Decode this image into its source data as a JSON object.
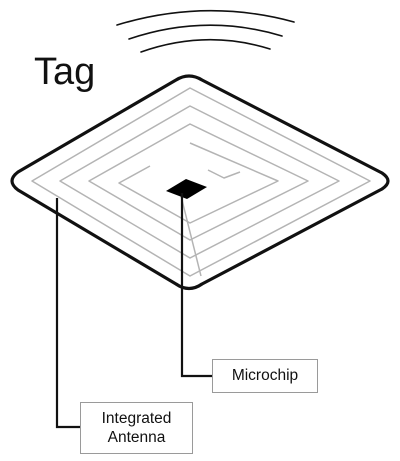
{
  "title": "Tag",
  "labels": {
    "microchip": "Microchip",
    "antenna_line1": "Integrated",
    "antenna_line2": "Antenna"
  },
  "colors": {
    "outline": "#111111",
    "spiral": "#b4b4b4",
    "chip": "#000000",
    "box_border": "#9a9a9a"
  }
}
